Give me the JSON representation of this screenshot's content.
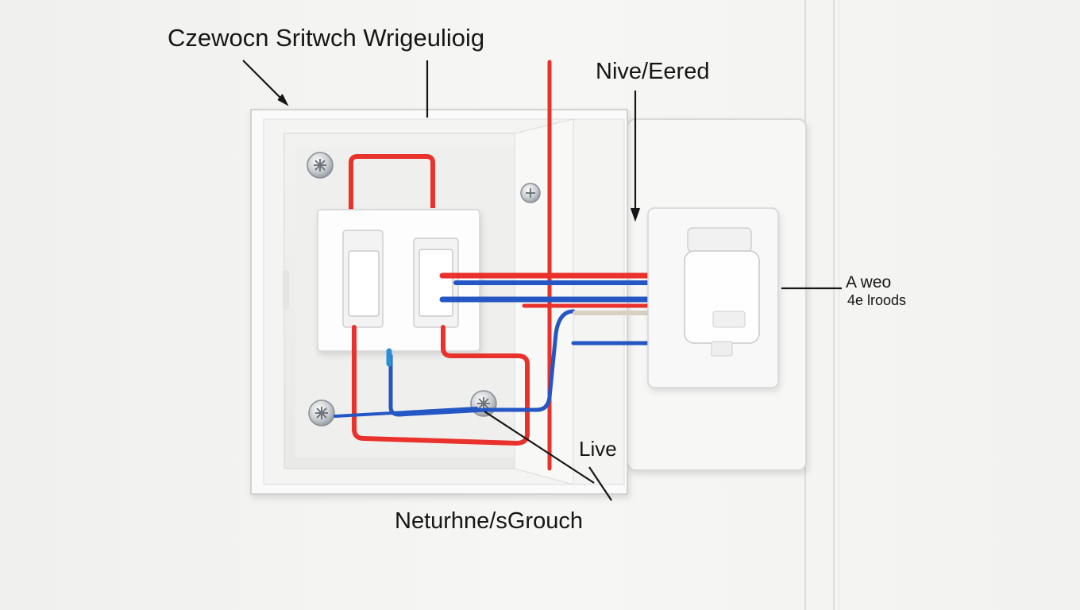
{
  "labels": {
    "title": "Czewocn Sritwch Wrigeulioig",
    "live_feed": "Nive/Eered",
    "right_line1": "A weo",
    "right_line2": "4e lroods",
    "live": "Live",
    "neutral_ground": "Neturhne/sGrouch"
  },
  "colors": {
    "wall": "#f3f3f1",
    "live_wire": "#e8322b",
    "neutral_wire": "#2456c4",
    "earth_wire": "#d8d0c2",
    "plastic": "#fbfbfb",
    "annotation": "#161616"
  },
  "icons": [
    "screw-icon",
    "rocker-switch-icon",
    "cable-connector-icon"
  ]
}
